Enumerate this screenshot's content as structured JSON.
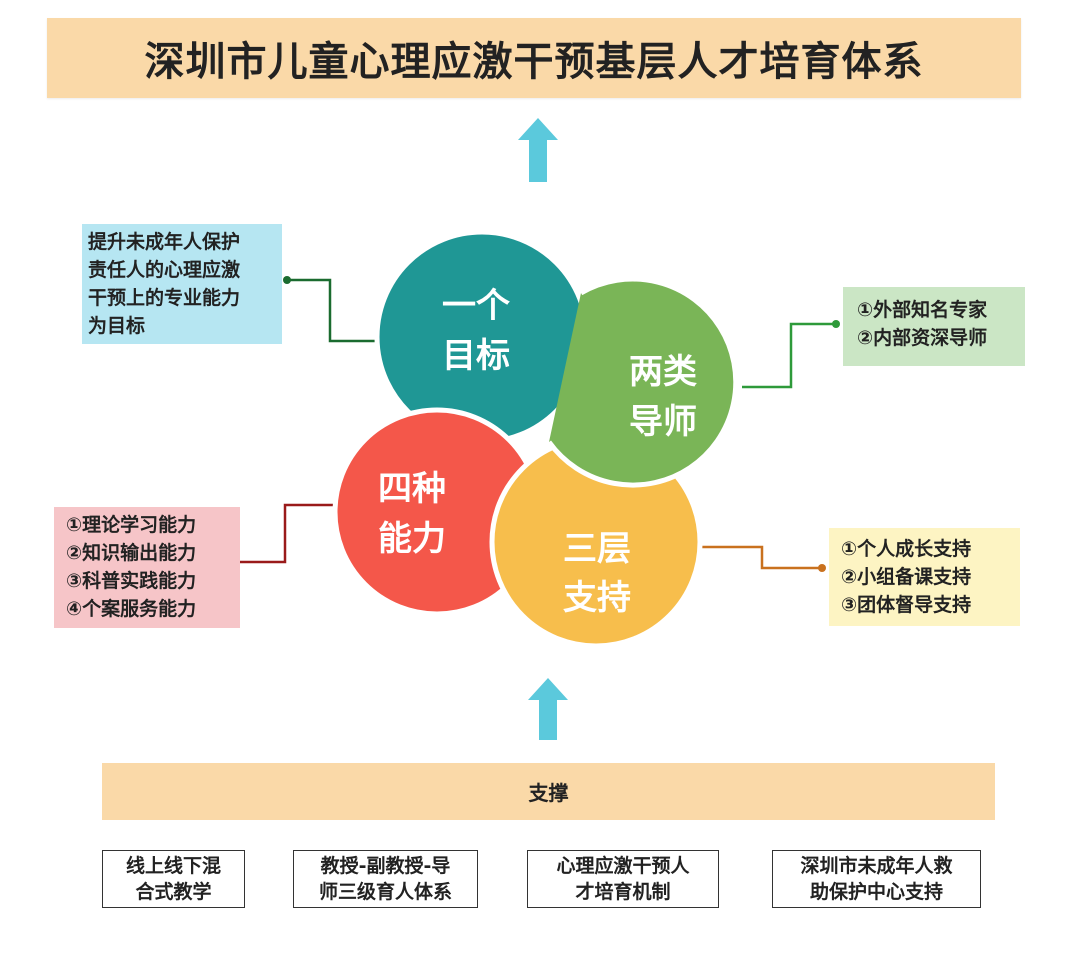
{
  "title": "深圳市儿童心理应激干预基层人才培育体系",
  "petals": {
    "goal": {
      "line1": "一个",
      "line2": "目标"
    },
    "mentors": {
      "line1": "两类",
      "line2": "导师"
    },
    "abilities": {
      "line1": "四种",
      "line2": "能力"
    },
    "support": {
      "line1": "三层",
      "line2": "支持"
    }
  },
  "notes": {
    "goal": [
      "提升未成年人保护",
      "责任人的心理应激",
      "干预上的专业能力",
      "为目标"
    ],
    "mentors": [
      "①外部知名专家",
      "②内部资深导师"
    ],
    "abilities": [
      "①理论学习能力",
      "②知识输出能力",
      "③科普实践能力",
      "④个案服务能力"
    ],
    "support": [
      "①个人成长支持",
      "②小组备课支持",
      "③团体督导支持"
    ]
  },
  "foundation": {
    "label": "支撑",
    "pillars": [
      [
        "线上线下混",
        "合式教学"
      ],
      [
        "教授-副教授-导",
        "师三级育人体系"
      ],
      [
        "心理应激干预人",
        "才培育机制"
      ],
      [
        "深圳市未成年人救",
        "助保护中心支持"
      ]
    ]
  },
  "colors": {
    "goal": "#1f9795",
    "mentors": "#7ab557",
    "abilities": "#f4574a",
    "support": "#f7be4c",
    "arrow": "#5bc9dc",
    "banner": "#fad9a8"
  }
}
